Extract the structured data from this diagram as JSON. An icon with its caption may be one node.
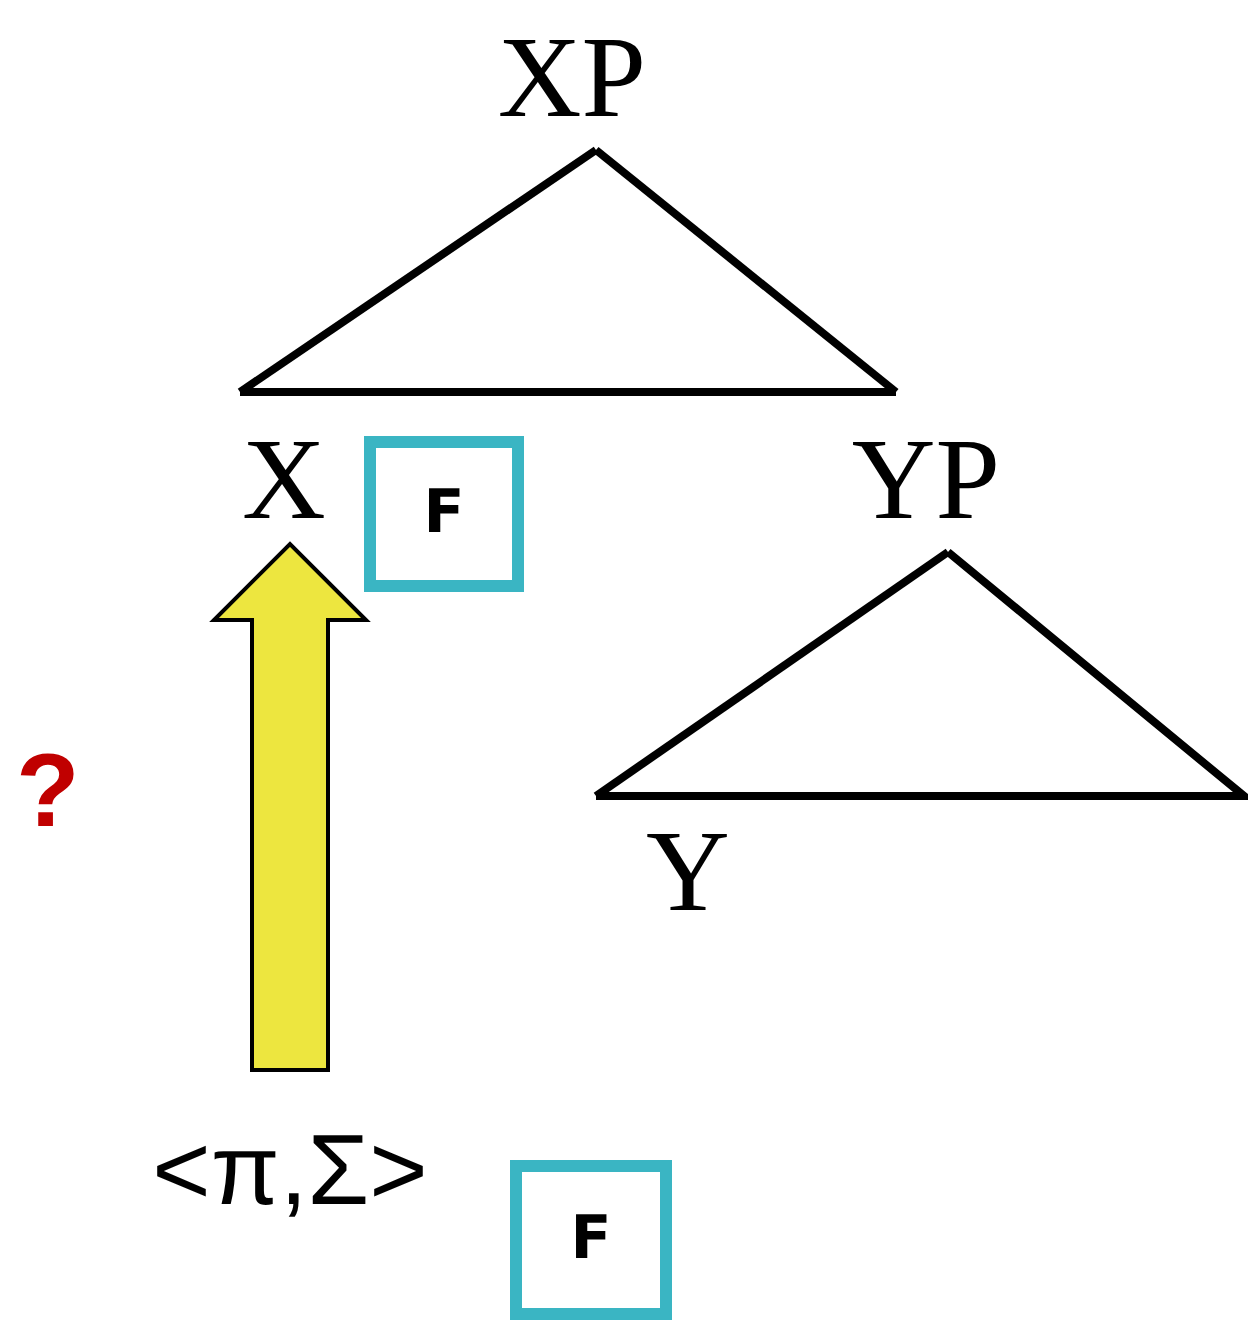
{
  "diagram": {
    "nodes": [
      {
        "text": [
          "XP"
        ]
      },
      {
        "text": [
          "X"
        ]
      },
      {
        "text": [
          "F"
        ]
      },
      {
        "text": [
          "YP"
        ]
      },
      {
        "text": [
          "Y"
        ]
      },
      {
        "text": [
          "<π,Σ>"
        ]
      },
      {
        "text": [
          "F"
        ]
      }
    ],
    "edges": [
      {
        "from": 0,
        "to": 1,
        "arrow": "none"
      },
      {
        "from": 0,
        "to": 3,
        "arrow": "none"
      },
      {
        "from": 3,
        "to": 4,
        "arrow": "none"
      },
      {
        "from": 5,
        "to": 1,
        "arrow": "to",
        "style": "thick",
        "color": "#ede63f"
      }
    ],
    "labels": [
      "?"
    ]
  }
}
